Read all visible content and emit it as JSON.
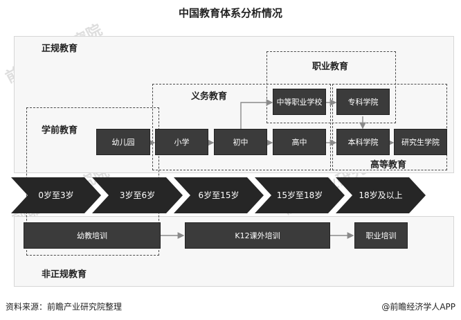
{
  "title": "中国教育体系分析情况",
  "regions": {
    "formal": "正规教育",
    "informal": "非正规教育"
  },
  "groups": {
    "preschool": "学前教育",
    "compulsory": "义务教育",
    "vocational": "职业教育",
    "higher": "高等教育"
  },
  "nodes": {
    "kindergarten": "幼儿园",
    "primary": "小学",
    "junior": "初中",
    "senior": "高中",
    "vocational_school": "中等职业学校",
    "college": "专科学院",
    "undergrad": "本科学院",
    "graduate": "研究生学院"
  },
  "ages": [
    "0岁至3岁",
    "3岁至6岁",
    "6岁至15岁",
    "15岁至18岁",
    "18岁及以上"
  ],
  "training": {
    "early": "幼教培训",
    "k12": "K12课外培训",
    "vocational": "职业培训"
  },
  "footer": {
    "source": "资料来源：前瞻产业研究院整理",
    "brand": "@前瞻经济学人APP"
  },
  "watermark": "前瞻产业研究院",
  "colors": {
    "box": "#3b3b3b",
    "chevron": "#262626",
    "arrow": "#8a8a8a"
  }
}
